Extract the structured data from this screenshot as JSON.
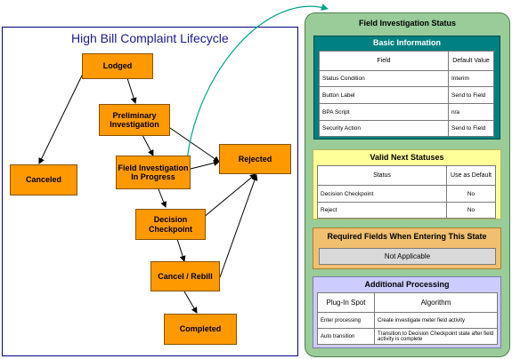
{
  "lifecycle": {
    "title": "High Bill Complaint Lifecycle",
    "states": {
      "lodged": "Lodged",
      "preliminary": "Preliminary Investigation",
      "field_investigation": "Field Investigation In Progress",
      "rejected": "Rejected",
      "canceled": "Canceled",
      "decision": "Decision Checkpoint",
      "cancel_rebill": "Cancel / Rebill",
      "completed": "Completed"
    }
  },
  "status_panel": {
    "title": "Field Investigation Status",
    "basic_info": {
      "heading": "Basic Information",
      "columns": [
        "Field",
        "Default Value"
      ],
      "rows": [
        [
          "Status Condition",
          "Interim"
        ],
        [
          "Button Label",
          "Send to Field"
        ],
        [
          "BPA Script",
          "n/a"
        ],
        [
          "Security Action",
          "Send to Field"
        ]
      ]
    },
    "next_statuses": {
      "heading": "Valid Next Statuses",
      "columns": [
        "Status",
        "Use as Default"
      ],
      "rows": [
        [
          "Decision Checkpoint",
          "No"
        ],
        [
          "Reject",
          "No"
        ]
      ]
    },
    "required_fields": {
      "heading": "Required Fields When Entering This State",
      "value": "Not Applicable"
    },
    "additional_processing": {
      "heading": "Additional Processing",
      "columns": [
        "Plug-In Spot",
        "Algorithm"
      ],
      "rows": [
        [
          "Enter processing",
          "Create investigate meter field activity"
        ],
        [
          "Auto transition",
          "Transition to Decision Checkpoint state after field activity is complete"
        ]
      ]
    }
  },
  "colors": {
    "state_fill": "#ff9900",
    "panel_green": "#99cc99",
    "basic_header": "#008080",
    "next_fill": "#ffff99",
    "required_fill": "#f0c070",
    "processing_fill": "#ccccff",
    "connector_teal": "#00a38a"
  }
}
